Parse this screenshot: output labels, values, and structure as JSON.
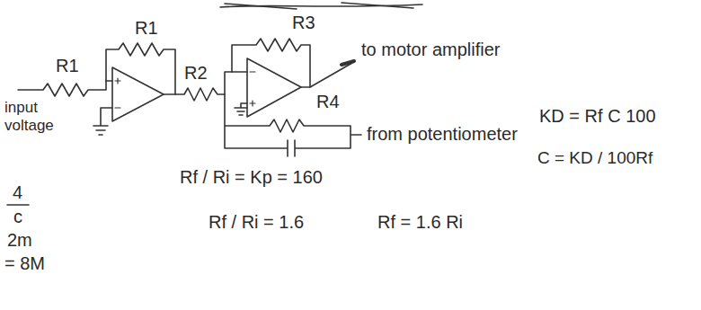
{
  "diagram": {
    "labels": [
      "R1",
      "R1",
      "R2",
      "R3",
      "to motor amplifier",
      "input voltage",
      "from potentiometer",
      "R4",
      "KD = Rf C 100",
      "Rf / Ri = Kp = 160",
      "C = KD / 100Rf",
      "Rf / Ri = 1.6",
      "Rf = 1.6 Ri",
      "4",
      "c",
      "2m",
      "= 8M"
    ]
  }
}
